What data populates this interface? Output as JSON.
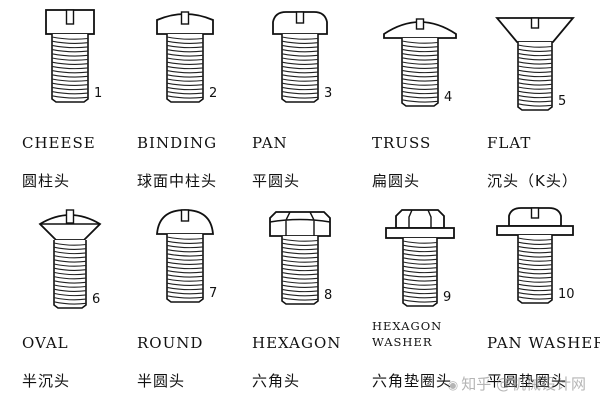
{
  "items": [
    {
      "number": "1",
      "name_en": "CHEESE",
      "name_cn": "圆柱头",
      "head_icon": "cheese-head-screw-icon"
    },
    {
      "number": "2",
      "name_en": "BINDING",
      "name_cn": "球面中柱头",
      "head_icon": "binding-head-screw-icon"
    },
    {
      "number": "3",
      "name_en": "PAN",
      "name_cn": "平圆头",
      "head_icon": "pan-head-screw-icon"
    },
    {
      "number": "4",
      "name_en": "TRUSS",
      "name_cn": "扁圆头",
      "head_icon": "truss-head-screw-icon"
    },
    {
      "number": "5",
      "name_en": "FLAT",
      "name_cn": "沉头（K头）",
      "head_icon": "flat-head-screw-icon"
    },
    {
      "number": "6",
      "name_en": "OVAL",
      "name_cn": "半沉头",
      "head_icon": "oval-head-screw-icon"
    },
    {
      "number": "7",
      "name_en": "ROUND",
      "name_cn": "半圆头",
      "head_icon": "round-head-screw-icon"
    },
    {
      "number": "8",
      "name_en": "HEXAGON",
      "name_cn": "六角头",
      "head_icon": "hexagon-head-screw-icon"
    },
    {
      "number": "9",
      "name_en": "HEXAGON\nWASHER",
      "name_cn": "六角垫圈头",
      "head_icon": "hexagon-washer-head-screw-icon"
    },
    {
      "number": "10",
      "name_en": "PAN WASHER",
      "name_cn": "平圆垫圈头",
      "head_icon": "pan-washer-head-screw-icon"
    }
  ],
  "watermark": {
    "text": "知乎 @机械设计网",
    "logo_icon": "zhihu-logo-icon"
  },
  "colors": {
    "line": "#111111",
    "thread": "#222222",
    "background": "#ffffff"
  }
}
